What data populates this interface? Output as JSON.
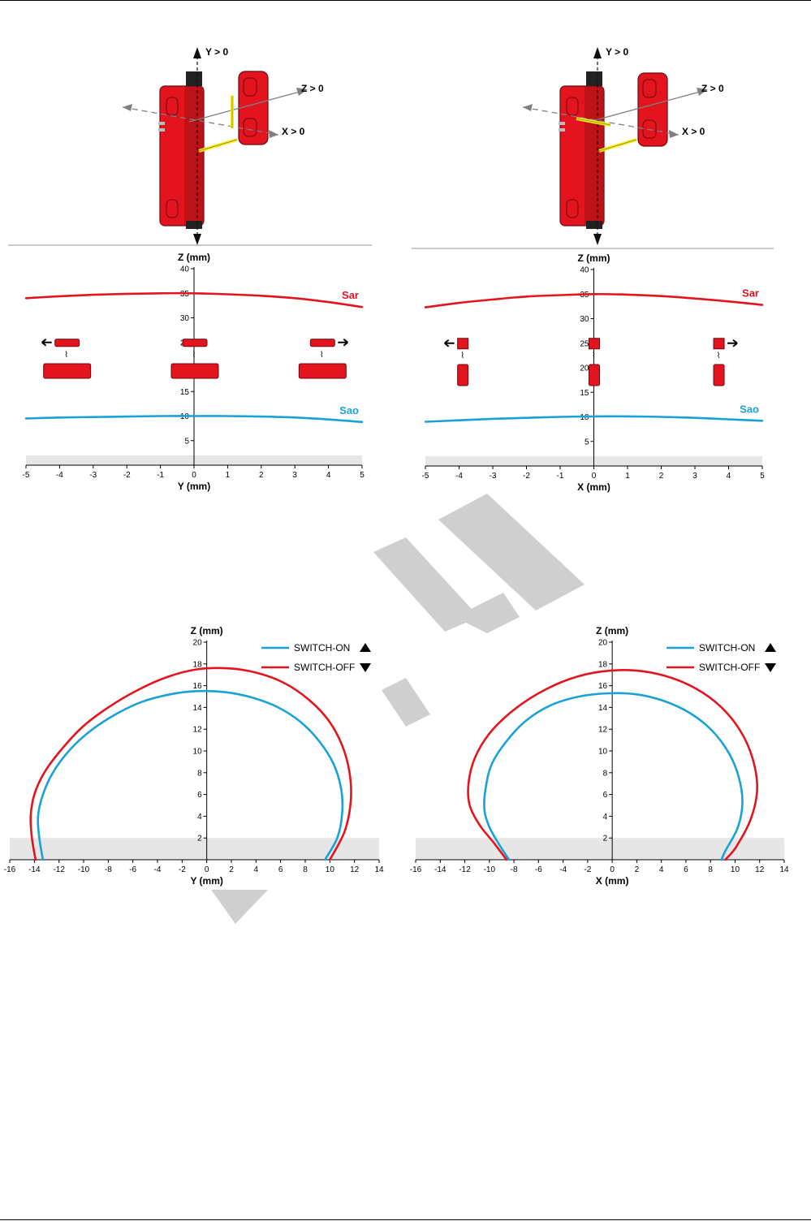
{
  "colors": {
    "sar": "#e3141e",
    "sao": "#1aa1d5",
    "switch_on": "#1aa1d5",
    "switch_off": "#e3141e",
    "device_red": "#e3141e",
    "device_dark": "#a10e14",
    "arrow_yellow": "#f5ee1a",
    "axis_gray": "#808080",
    "shade": "#e6e6e6",
    "watermark": "#cfcfcf"
  },
  "illustrations": [
    {
      "axis_labels": {
        "y": "Y > 0",
        "z": "Z > 0",
        "x": "X > 0"
      },
      "icons": [
        "safety-sensor-icon",
        "actuator-icon",
        "double-arrow-icon"
      ]
    },
    {
      "axis_labels": {
        "y": "Y > 0",
        "z": "Z > 0",
        "x": "X > 0"
      },
      "icons": [
        "safety-sensor-icon",
        "actuator-icon",
        "double-arrow-icon"
      ]
    }
  ],
  "chart_data": [
    {
      "type": "line",
      "xlabel": "Y (mm)",
      "ylabel": "Z (mm)",
      "xlim": [
        -5,
        5
      ],
      "ylim": [
        0,
        40
      ],
      "xticks": [
        "-5",
        "-4",
        "-3",
        "-2",
        "-1",
        "0",
        "1",
        "2",
        "3",
        "4",
        "5"
      ],
      "yticks": [
        "5",
        "10",
        "15",
        "20",
        "25",
        "30",
        "35",
        "40"
      ],
      "grid": false,
      "shaded_band": [
        0,
        2
      ],
      "series": [
        {
          "name": "Sar",
          "x": [
            -5,
            -4,
            -3,
            -2,
            -1,
            0,
            1,
            2,
            3,
            4,
            5
          ],
          "y": [
            34.0,
            34.4,
            34.7,
            34.9,
            35.0,
            35.0,
            34.8,
            34.5,
            34.0,
            33.2,
            32.2
          ]
        },
        {
          "name": "Sao",
          "x": [
            -5,
            -4,
            -3,
            -2,
            -1,
            0,
            1,
            2,
            3,
            4,
            5
          ],
          "y": [
            9.5,
            9.7,
            9.8,
            9.9,
            10.0,
            10.0,
            10.0,
            9.9,
            9.7,
            9.3,
            8.8
          ]
        }
      ],
      "device_icons": [
        {
          "x": -3.8,
          "arrow": "left"
        },
        {
          "x": 0,
          "arrow": "none"
        },
        {
          "x": 3.8,
          "arrow": "right"
        }
      ]
    },
    {
      "type": "line",
      "xlabel": "X (mm)",
      "ylabel": "Z (mm)",
      "xlim": [
        -5,
        5
      ],
      "ylim": [
        0,
        40
      ],
      "xticks": [
        "-5",
        "-4",
        "-3",
        "-2",
        "-1",
        "0",
        "1",
        "2",
        "3",
        "4",
        "5"
      ],
      "yticks": [
        "5",
        "10",
        "15",
        "20",
        "25",
        "30",
        "35",
        "40"
      ],
      "grid": false,
      "shaded_band": [
        0,
        2
      ],
      "series": [
        {
          "name": "Sar",
          "x": [
            -5,
            -4,
            -3,
            -2,
            -1,
            0,
            1,
            2,
            3,
            4,
            5
          ],
          "y": [
            32.3,
            33.2,
            33.9,
            34.5,
            34.8,
            35.0,
            34.9,
            34.6,
            34.1,
            33.5,
            32.8
          ]
        },
        {
          "name": "Sao",
          "x": [
            -5,
            -4,
            -3,
            -2,
            -1,
            0,
            1,
            2,
            3,
            4,
            5
          ],
          "y": [
            9.0,
            9.3,
            9.6,
            9.8,
            10.0,
            10.1,
            10.1,
            10.0,
            9.8,
            9.5,
            9.2
          ]
        }
      ],
      "device_icons": [
        {
          "x": -3.9,
          "arrow": "left"
        },
        {
          "x": 0,
          "arrow": "none"
        },
        {
          "x": 3.7,
          "arrow": "right"
        }
      ]
    },
    {
      "type": "line",
      "xlabel": "Y (mm)",
      "ylabel": "Z (mm)",
      "xlim": [
        -16,
        14
      ],
      "ylim": [
        0,
        20
      ],
      "xticks": [
        "-16",
        "-14",
        "-12",
        "-10",
        "-8",
        "-6",
        "-4",
        "-2",
        "0",
        "2",
        "4",
        "6",
        "8",
        "10",
        "12",
        "14"
      ],
      "yticks": [
        "2",
        "4",
        "6",
        "8",
        "10",
        "12",
        "14",
        "16",
        "18",
        "20"
      ],
      "grid": false,
      "shaded_band": [
        0,
        2
      ],
      "legend": "top-right",
      "series": [
        {
          "name": "SWITCH-ON",
          "marker": "up-triangle",
          "x": [
            -13.3,
            -13.6,
            -13.7,
            -13.3,
            -12.5,
            -11.2,
            -9.5,
            -7.5,
            -5.3,
            -3.0,
            -0.8,
            1.5,
            3.7,
            5.8,
            7.7,
            9.2,
            10.3,
            10.9,
            11.0,
            10.6,
            9.6
          ],
          "y": [
            0,
            2,
            4,
            6,
            8,
            10,
            11.8,
            13.3,
            14.5,
            15.2,
            15.5,
            15.4,
            14.9,
            14.0,
            12.6,
            10.8,
            8.8,
            6.6,
            4.3,
            2.0,
            0
          ]
        },
        {
          "name": "SWITCH-OFF",
          "marker": "down-triangle",
          "x": [
            -13.9,
            -14.2,
            -14.3,
            -14.0,
            -13.2,
            -11.9,
            -10.1,
            -8.0,
            -5.6,
            -3.2,
            -0.8,
            1.7,
            4.0,
            6.2,
            8.2,
            9.9,
            11.0,
            11.6,
            11.7,
            11.2,
            10.0
          ],
          "y": [
            0,
            2,
            4,
            6,
            8,
            10,
            12.2,
            14.0,
            15.6,
            16.8,
            17.5,
            17.6,
            17.2,
            16.3,
            14.8,
            12.8,
            10.5,
            8.0,
            5.4,
            2.6,
            0
          ]
        }
      ]
    },
    {
      "type": "line",
      "xlabel": "X (mm)",
      "ylabel": "Z (mm)",
      "xlim": [
        -16,
        14
      ],
      "ylim": [
        0,
        20
      ],
      "xticks": [
        "-16",
        "-14",
        "-12",
        "-10",
        "-8",
        "-6",
        "-4",
        "-2",
        "0",
        "2",
        "4",
        "6",
        "8",
        "10",
        "12",
        "14"
      ],
      "yticks": [
        "2",
        "4",
        "6",
        "8",
        "10",
        "12",
        "14",
        "16",
        "18",
        "20"
      ],
      "grid": false,
      "shaded_band": [
        0,
        2
      ],
      "legend": "top-right",
      "series": [
        {
          "name": "SWITCH-ON",
          "marker": "up-triangle",
          "x": [
            -8.4,
            -9.2,
            -10.0,
            -10.4,
            -10.3,
            -9.8,
            -8.6,
            -7.0,
            -5.0,
            -2.7,
            -0.3,
            2.0,
            4.2,
            6.3,
            8.1,
            9.5,
            10.3,
            10.6,
            10.2,
            9.2,
            8.9
          ],
          "y": [
            0,
            1.4,
            3.0,
            4.6,
            6.6,
            8.8,
            10.9,
            12.8,
            14.2,
            15.0,
            15.3,
            15.2,
            14.6,
            13.5,
            11.9,
            9.8,
            7.6,
            5.2,
            2.9,
            0.8,
            0
          ]
        },
        {
          "name": "SWITCH-OFF",
          "marker": "down-triangle",
          "x": [
            -8.6,
            -9.6,
            -10.8,
            -11.6,
            -11.7,
            -11.2,
            -10.0,
            -8.2,
            -6.0,
            -3.5,
            -0.9,
            1.8,
            4.3,
            6.7,
            8.8,
            10.4,
            11.4,
            11.8,
            11.3,
            10.1,
            9.2
          ],
          "y": [
            0,
            1.5,
            3.2,
            5.0,
            7.0,
            9.3,
            11.6,
            13.6,
            15.3,
            16.6,
            17.3,
            17.4,
            16.9,
            15.8,
            14.1,
            11.9,
            9.4,
            6.6,
            3.8,
            1.2,
            0
          ]
        }
      ]
    }
  ]
}
